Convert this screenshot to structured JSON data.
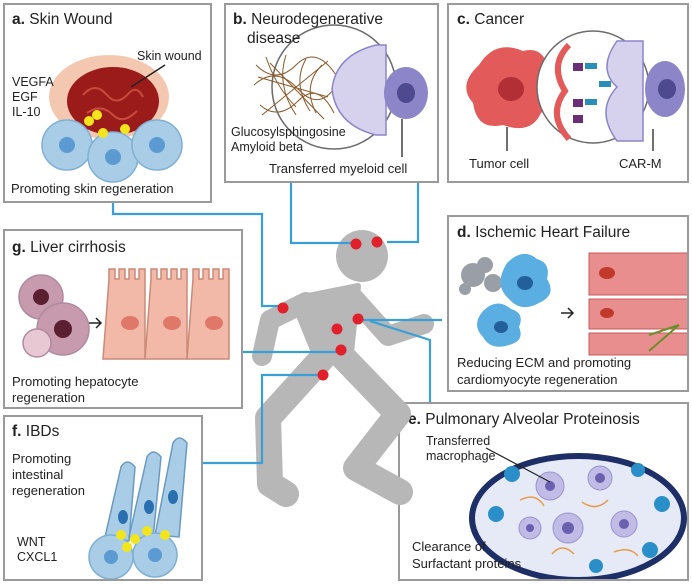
{
  "panels": {
    "a": {
      "letter": "a.",
      "title": "Skin Wound",
      "wound_label": "Skin wound",
      "factors": [
        "VEGFA",
        "EGF",
        "IL-10"
      ],
      "caption": "Promoting skin regeneration"
    },
    "b": {
      "letter": "b.",
      "title_line1": "Neurodegenerative",
      "title_line2": "disease",
      "molecules": [
        "Glucosylsphingosine",
        "Amyloid beta"
      ],
      "caption": "Transferred myeloid cell"
    },
    "c": {
      "letter": "c.",
      "title": "Cancer",
      "tumor_label": "Tumor cell",
      "carm_label": "CAR-M"
    },
    "d": {
      "letter": "d.",
      "title": "Ischemic Heart Failure",
      "caption_line1": "Reducing ECM and promoting",
      "caption_line2": "cardiomyocyte regeneration"
    },
    "e": {
      "letter": "e.",
      "title": "Pulmonary Alveolar Proteinosis",
      "macrophage_line1": "Transferred",
      "macrophage_line2": "macrophage",
      "clearance_line1": "Clearance of",
      "clearance_line2": "Surfactant proteins"
    },
    "f": {
      "letter": "f.",
      "title": "IBDs",
      "caption_lines": [
        "Promoting",
        "intestinal",
        "regeneration"
      ],
      "factors": [
        "WNT",
        "CXCL1"
      ]
    },
    "g": {
      "letter": "g.",
      "title": "Liver cirrhosis",
      "caption_line1": "Promoting hepatocyte",
      "caption_line2": "regeneration"
    }
  },
  "colors": {
    "connector": "#3a9fd6",
    "dot": "#e0202a",
    "border": "#9a9a9a",
    "person": "#b7b7b7",
    "wound": "#9b1b1b",
    "cell_blue": "#a9cde6",
    "myeloid_purple": "#8c86c8",
    "tumor_red": "#e35a5a",
    "heart_pink": "#e98e8e",
    "hepatocyte_pink": "#f3b9a8",
    "alveolar_navy": "#1d2f66",
    "yellow_factor": "#f2e51c"
  }
}
